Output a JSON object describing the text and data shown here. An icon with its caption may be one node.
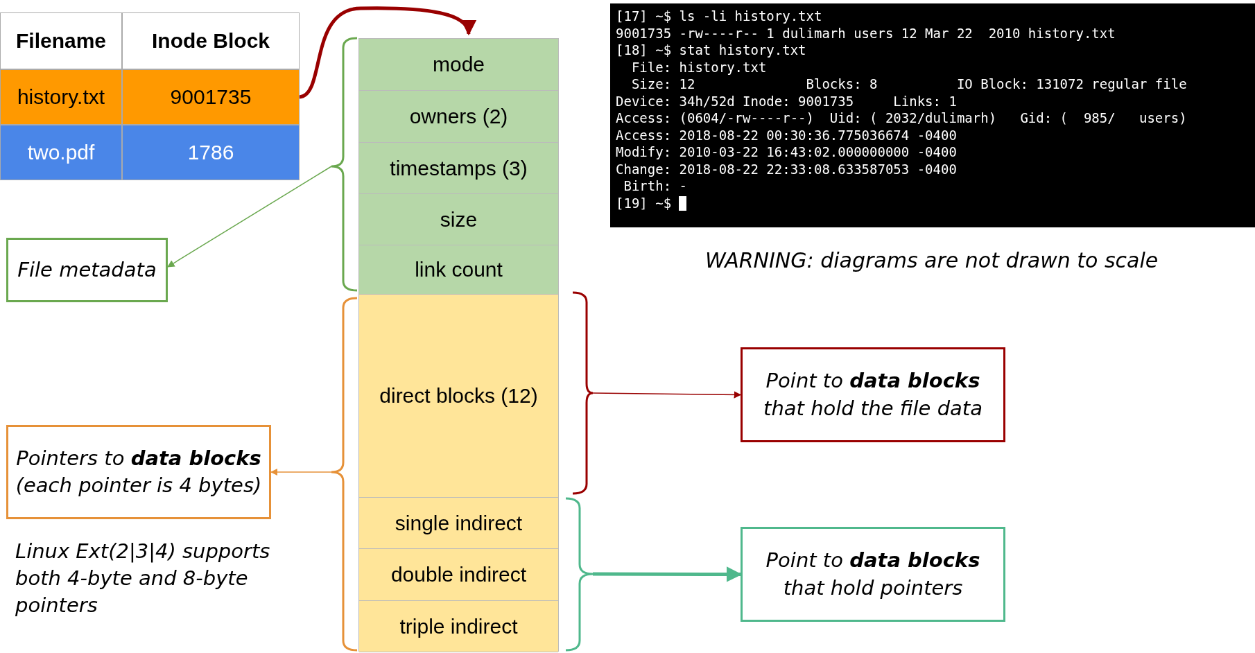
{
  "diagram": {
    "nodes": [
      {
        "text": [
          "9001735"
        ]
      },
      {
        "text": [],
        "shape": "box"
      },
      {
        "text": [
          "mode"
        ],
        "in": 1
      },
      {
        "text": [
          "owners (2)"
        ],
        "in": 1
      },
      {
        "text": [
          "timestamps (3)"
        ],
        "in": 1
      },
      {
        "text": [
          "size"
        ],
        "in": 1
      },
      {
        "text": [
          "link count"
        ],
        "in": 1
      },
      {
        "text": [
          "direct blocks (12)"
        ],
        "in": 1
      },
      {
        "text": [
          "single indirect"
        ],
        "in": 1
      },
      {
        "text": [
          "double indirect"
        ],
        "in": 1
      },
      {
        "text": [
          "triple indirect"
        ],
        "in": 1
      },
      {
        "text": [],
        "shape": "brace"
      },
      {
        "text": [],
        "shape": "brace"
      },
      {
        "text": [],
        "shape": "brace"
      },
      {
        "text": [],
        "shape": "brace"
      },
      {
        "text": [
          "File metadata"
        ]
      },
      {
        "text": [
          "Pointers to **data blocks** (each pointer is 4 bytes)"
        ]
      },
      {
        "text": [
          "Point to **data blocks** that hold the file data"
        ]
      },
      {
        "text": [
          "Point to **data blocks** that hold pointers"
        ]
      }
    ],
    "edges": [
      {
        "from": 0,
        "to": 1,
        "arrow": "to",
        "style": "thick",
        "color": "#990000"
      },
      {
        "from": 11,
        "to": 15,
        "arrow": "to",
        "color": "#6aa84f"
      },
      {
        "from": 12,
        "to": 16,
        "arrow": "to",
        "color": "#e69138"
      },
      {
        "from": 13,
        "to": 17,
        "arrow": "to",
        "color": "#990000"
      },
      {
        "from": 14,
        "to": 18,
        "arrow": "to",
        "style": "thick",
        "color": "#4fb88c"
      }
    ],
    "labels": [
      "Filename",
      "Inode Block",
      "history.txt",
      "two.pdf",
      "1786",
      "[17] ~$ ls -li history.txt",
      "9001735 -rw----r-- 1 dulimarh users 12 Mar 22  2010 history.txt",
      "[18] ~$ stat history.txt",
      "  File: history.txt",
      "  Size: 12              Blocks: 8          IO Block: 131072 regular file",
      "Device: 34h/52d Inode: 9001735     Links: 1",
      "Access: (0604/-rw----r--)  Uid: ( 2032/dulimarh)   Gid: (  985/   users)",
      "Access: 2018-08-22 00:30:36.775036674 -0400",
      "Modify: 2010-03-22 16:43:02.000000000 -0400",
      "Change: 2018-08-22 22:33:08.633587053 -0400",
      " Birth: -",
      "[19] ~$",
      "WARNING: diagrams are not drawn to scale",
      "Linux Ext(2|3|4) supports both 4-byte and 8-byte pointers"
    ]
  }
}
